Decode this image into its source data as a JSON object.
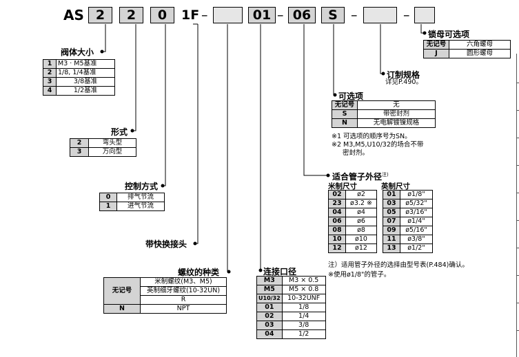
{
  "code": {
    "prefix": "AS",
    "seg1": "2",
    "seg2": "2",
    "seg3": "0",
    "seg4": "1F",
    "dash": "–",
    "seg5": "",
    "seg6": "01",
    "seg7": "06",
    "seg8": "S",
    "seg9": "",
    "seg10": ""
  },
  "body_size": {
    "title": "阀体大小",
    "rows": [
      {
        "code": "1",
        "desc": "M3 · M5基准"
      },
      {
        "code": "2",
        "desc": "1/8, 1/4基准"
      },
      {
        "code": "3",
        "desc": "3/8基准"
      },
      {
        "code": "4",
        "desc": "1/2基准"
      }
    ]
  },
  "form": {
    "title": "形式",
    "rows": [
      {
        "code": "2",
        "desc": "弯头型"
      },
      {
        "code": "3",
        "desc": "万向型"
      }
    ]
  },
  "flow": {
    "title": "控制方式",
    "rows": [
      {
        "code": "0",
        "desc": "排气节流"
      },
      {
        "code": "1",
        "desc": "进气节流"
      }
    ]
  },
  "one_touch": {
    "title": "带快换接头"
  },
  "thread": {
    "title": "螺纹的种类",
    "blank_code": "无记号",
    "blank_rows": [
      "米制螺纹(M3、M5)",
      "英制细牙螺纹(10-32UN)",
      "R"
    ],
    "rows": [
      {
        "code": "N",
        "desc": "NPT"
      }
    ]
  },
  "port": {
    "title": "连接口径",
    "rows": [
      {
        "code": "M3",
        "desc": "M3 × 0.5"
      },
      {
        "code": "M5",
        "desc": "M5 × 0.8"
      },
      {
        "code": "U10/32",
        "desc": "10-32UNF"
      },
      {
        "code": "01",
        "desc": "1/8"
      },
      {
        "code": "02",
        "desc": "1/4"
      },
      {
        "code": "03",
        "desc": "3/8"
      },
      {
        "code": "04",
        "desc": "1/2"
      }
    ]
  },
  "tube": {
    "title": "适合管子外径",
    "title_sup": "注)",
    "metric_label": "米制尺寸",
    "inch_label": "英制尺寸",
    "metric_rows": [
      {
        "code": "02",
        "desc": "ø2"
      },
      {
        "code": "23",
        "desc": "ø3.2 ※"
      },
      {
        "code": "04",
        "desc": "ø4"
      },
      {
        "code": "06",
        "desc": "ø6"
      },
      {
        "code": "08",
        "desc": "ø8"
      },
      {
        "code": "10",
        "desc": "ø10"
      },
      {
        "code": "12",
        "desc": "ø12"
      }
    ],
    "inch_rows": [
      {
        "code": "01",
        "desc": "ø1/8\""
      },
      {
        "code": "03",
        "desc": "ø5/32\""
      },
      {
        "code": "05",
        "desc": "ø3/16\""
      },
      {
        "code": "07",
        "desc": "ø1/4\""
      },
      {
        "code": "09",
        "desc": "ø5/16\""
      },
      {
        "code": "11",
        "desc": "ø3/8\""
      },
      {
        "code": "13",
        "desc": "ø1/2\""
      }
    ],
    "note1": "注）适用管子外径的选择由型号表(P.484)确认。",
    "note2": "※使用ø1/8\"的管子。"
  },
  "options": {
    "title": "可选项",
    "rows": [
      {
        "code": "无记号",
        "desc": "无"
      },
      {
        "code": "S",
        "desc": "带密封剂"
      },
      {
        "code": "N",
        "desc": "无电解镀镍规格"
      }
    ],
    "note1": "※1 可选项的顺序号为SN。",
    "note2a": "※2 M3,M5,U10/32的场合不带",
    "note2b": "密封剂。"
  },
  "made_to_order": {
    "title": "订制规格",
    "note": "详见P.490。"
  },
  "lock_nut": {
    "title": "锁母可选项",
    "rows": [
      {
        "code": "无记号",
        "desc": "六角螺母"
      },
      {
        "code": "J",
        "desc": "圆形螺母"
      }
    ]
  }
}
